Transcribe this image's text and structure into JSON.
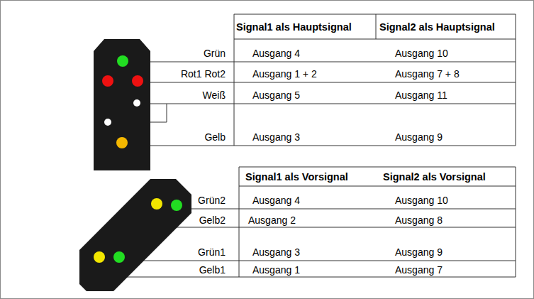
{
  "diagram": {
    "labels": [
      "Signal1 als Hauptsignal",
      "Signal2 als Hauptsignal",
      "Grün",
      "Ausgang 4",
      "Ausgang 10",
      "Rot1 Rot2",
      "Ausgang 1 + 2",
      "Ausgang 7 + 8",
      "Weiß",
      "Ausgang 5",
      "Ausgang 11",
      "Gelb",
      "Ausgang 3",
      "Ausgang 9",
      "Signal1 als Vorsignal",
      "Signal2 als Vorsignal",
      "Grün2",
      "Ausgang 4",
      "Ausgang 10",
      "Gelb2",
      "Ausgang 2",
      "Ausgang 8",
      "Grün1",
      "Ausgang 3",
      "Ausgang 9",
      "Gelb1",
      "Ausgang 1",
      "Ausgang 7"
    ]
  }
}
